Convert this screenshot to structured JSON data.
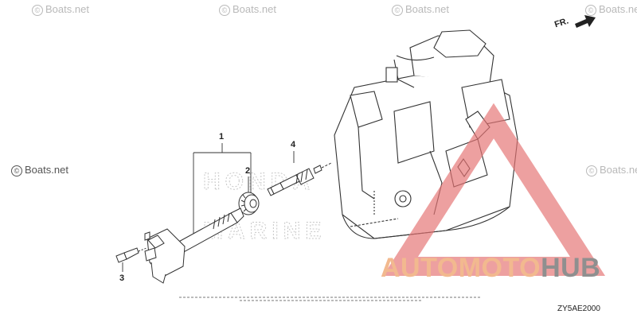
{
  "watermarks": {
    "text": "Boats.net",
    "copyright_symbol": "©"
  },
  "direction_label": "FR.",
  "callouts": [
    "1",
    "2",
    "3",
    "4"
  ],
  "brand_watermark": {
    "part1": "AUTOMOTO",
    "part2": "HUB",
    "color_part1": "#f2b98f",
    "color_part2": "#8f8f8f",
    "triangle_color": "#e57373"
  },
  "diagram_code": "ZY5AE2000",
  "background_logo": "HONDA MARINE"
}
